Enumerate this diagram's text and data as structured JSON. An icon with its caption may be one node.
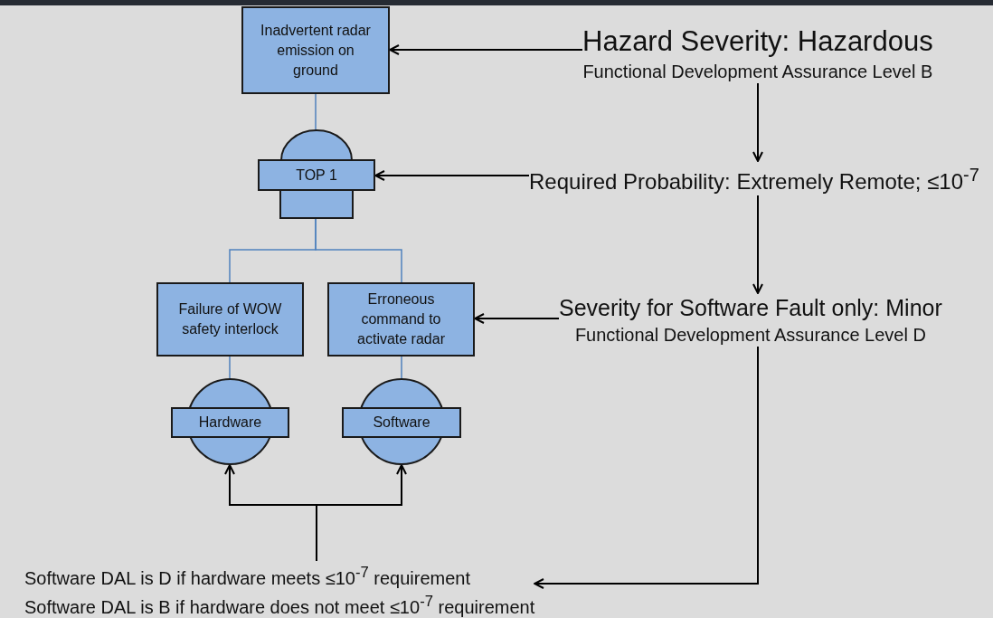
{
  "diagram": {
    "nodes": [
      {
        "text": [
          "Inadvertent radar emission on ground"
        ]
      },
      {
        "text": [
          "TOP 1"
        ]
      },
      {
        "text": [
          "Failure of WOW safety interlock"
        ]
      },
      {
        "text": [
          "Erroneous command to activate radar"
        ]
      },
      {
        "text": [
          "Hardware"
        ]
      },
      {
        "text": [
          "Software"
        ]
      },
      {
        "text": [
          "Hazard Severity: Hazardous",
          "Functional Development Assurance Level B"
        ]
      },
      {
        "text": [
          "Required Probability: Extremely Remote; ≤10$^{-7}$"
        ]
      },
      {
        "text": [
          "Severity for Software Fault only: Minor",
          "Functional Development Assurance Level D"
        ]
      },
      {
        "text": [
          "Software DAL is D if hardware meets ≤10$^{-7}$ requirement",
          "Software DAL is B if hardware does not meet ≤10$^{-7}$ requirement"
        ]
      }
    ],
    "edges": [
      {
        "from": 0,
        "to": 1,
        "arrow": "none",
        "color": "#4f81bd"
      },
      {
        "from": 1,
        "to": 2,
        "arrow": "none",
        "color": "#4f81bd"
      },
      {
        "from": 1,
        "to": 3,
        "arrow": "none",
        "color": "#4f81bd"
      },
      {
        "from": 2,
        "to": 4,
        "arrow": "none",
        "color": "#4f81bd"
      },
      {
        "from": 3,
        "to": 5,
        "arrow": "none",
        "color": "#4f81bd"
      },
      {
        "from": 6,
        "to": 0,
        "arrow": "to"
      },
      {
        "from": 6,
        "to": 7,
        "arrow": "to"
      },
      {
        "from": 7,
        "to": 1,
        "arrow": "to"
      },
      {
        "from": 7,
        "to": 8,
        "arrow": "to"
      },
      {
        "from": 8,
        "to": 3,
        "arrow": "to"
      },
      {
        "from": 8,
        "to": 9,
        "arrow": "to"
      },
      {
        "from": 9,
        "to": 4,
        "arrow": "to"
      },
      {
        "from": 9,
        "to": 5,
        "arrow": "to"
      }
    ]
  }
}
